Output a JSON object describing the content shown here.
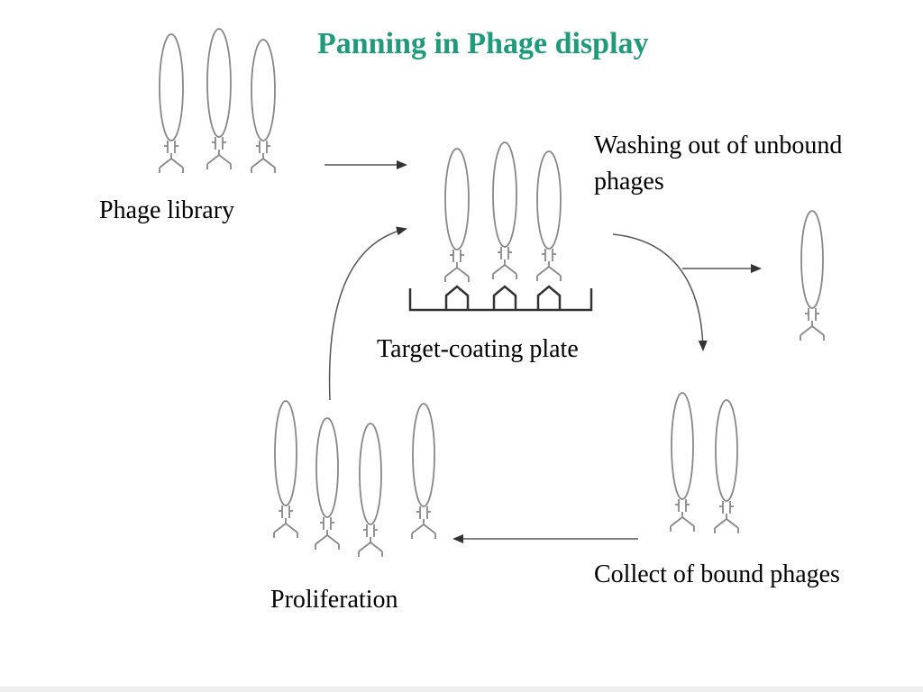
{
  "title": "Panning in Phage display",
  "labels": {
    "phage_library": "Phage library",
    "washing": "Washing out of unbound phages",
    "target_plate": "Target-coating plate",
    "collect": "Collect of bound phages",
    "proliferation": "Proliferation"
  },
  "colors": {
    "title": "#1f9a7a",
    "phage_outline": "#888888",
    "arrow": "#555555",
    "plate": "#333333"
  }
}
